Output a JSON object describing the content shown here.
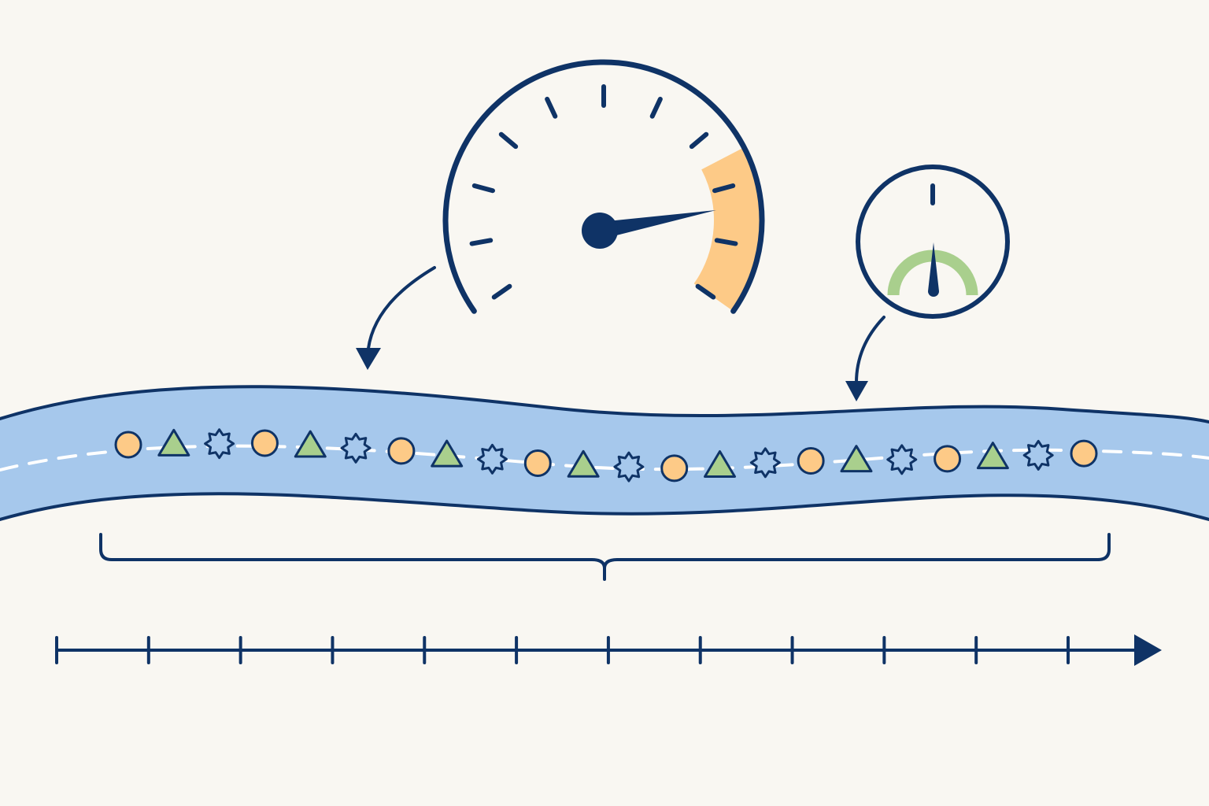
{
  "colors": {
    "background": "#f9f7f2",
    "ink": "#0f3366",
    "stream_fill": "#a6c8ec",
    "lane_dash": "#ffffff",
    "circle_item": "#fdca87",
    "triangle_item": "#a9cf8d",
    "star_item": "#a6c8ec",
    "high_zone": "#fdca87",
    "normal_zone": "#a9cf8d"
  },
  "large_gauge": {
    "tick_count": 11,
    "level": 0.82,
    "high_zone": [
      0.75,
      1.0
    ],
    "color_zone_name": "high_zone"
  },
  "small_gauge": {
    "level": 0.5,
    "normal_zone": [
      0.0,
      1.0
    ],
    "color_zone_name": "normal_zone"
  },
  "stream": {
    "item_pattern": [
      "circle",
      "triangle",
      "star"
    ],
    "item_count": 22
  },
  "timeline": {
    "tick_count": 12,
    "arrow": "right"
  },
  "icons": {
    "large_gauge": "speedometer-icon",
    "small_gauge": "dial-gauge-icon",
    "arrow": "curved-arrow-icon",
    "bracket": "curly-brace-icon"
  }
}
